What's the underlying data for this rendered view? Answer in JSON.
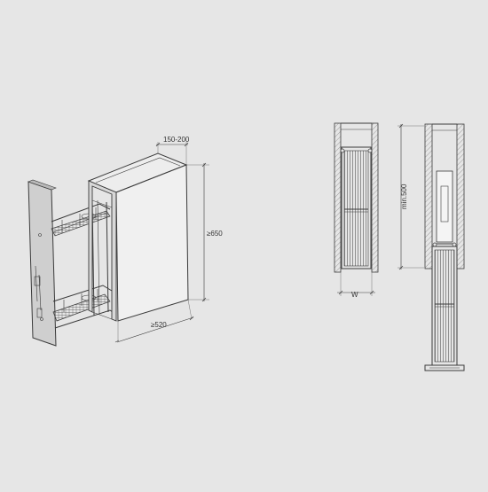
{
  "dimensions": {
    "cabinet_width": "150-200",
    "cabinet_height": "≥650",
    "cabinet_depth": "≥520",
    "opening_width": "W",
    "min_height": "min.500"
  },
  "colors": {
    "background": "#e6e6e6",
    "line": "#3a3a3a",
    "panel_shade": "#cfcfcf",
    "hatch": "#8a8a8a"
  }
}
